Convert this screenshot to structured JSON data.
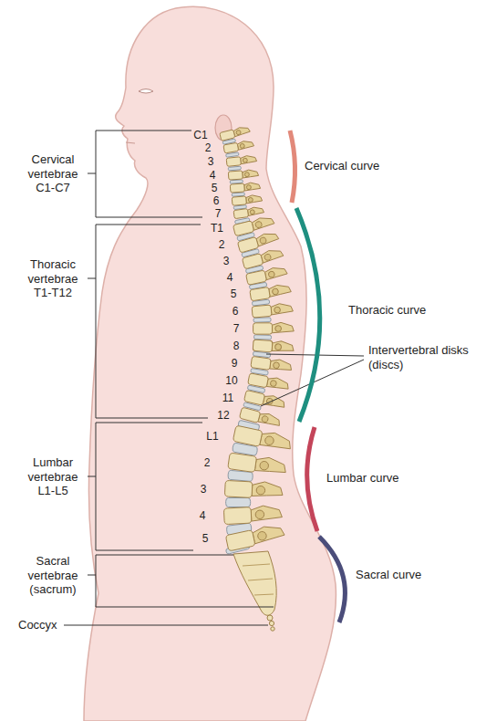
{
  "diagram": {
    "labels": [
      "Cervical vertebrae C1-C7",
      "Thoracic vertebrae T1-T12",
      "Lumbar vertebrae L1-L5",
      "Sacral vertebrae (sacrum)",
      "Coccyx",
      "C1",
      "2",
      "3",
      "4",
      "5",
      "6",
      "7",
      "T1",
      "2",
      "3",
      "4",
      "5",
      "6",
      "7",
      "8",
      "9",
      "10",
      "11",
      "12",
      "L1",
      "2",
      "3",
      "4",
      "5",
      "Cervical curve",
      "Thoracic curve",
      "Intervertebral disks (discs)",
      "Lumbar curve",
      "Sacral curve"
    ]
  }
}
